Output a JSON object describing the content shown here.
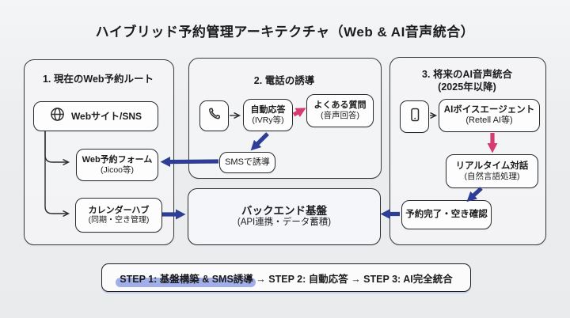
{
  "title": "ハイブリッド予約管理アーキテクチャ（Web & AI音声統合）",
  "colors": {
    "blue_arrow": "#2e3d96",
    "pink_arrow": "#d63c72",
    "step_highlight": "#97a5e4"
  },
  "groups": {
    "web": {
      "title": "1. 現在のWeb予約ルート",
      "website_label": "Webサイト/SNS",
      "webform_line1": "Web予約フォーム",
      "webform_line2": "(Jicoo等)",
      "calendar_line1": "カレンダーハブ",
      "calendar_line2": "(同期・空き管理)"
    },
    "phone": {
      "title": "2. 電話の誘導",
      "ivr_line1": "自動応答",
      "ivr_line2": "(IVRy等)",
      "faq_line1": "よくある質問",
      "faq_line2": "(音声回答)",
      "sms_label": "SMSで誘導"
    },
    "ai": {
      "title_line1": "3. 将来のAI音声統合",
      "title_line2": "(2025年以降)",
      "agent_line1": "AIボイスエージェント",
      "agent_line2": "(Retell AI等)",
      "realtime_line1": "リアルタイム対話",
      "realtime_line2": "(自然言語処理)",
      "booking_label": "予約完了・空き確認"
    },
    "backend": {
      "line1": "バックエンド基盤",
      "line2": "(API連携・データ蓄積)"
    }
  },
  "steps": {
    "part1": "STEP 1: 基盤構築 & SMS誘導",
    "part2": " → STEP 2: 自動応答 → STEP 3: AI完全統合"
  }
}
